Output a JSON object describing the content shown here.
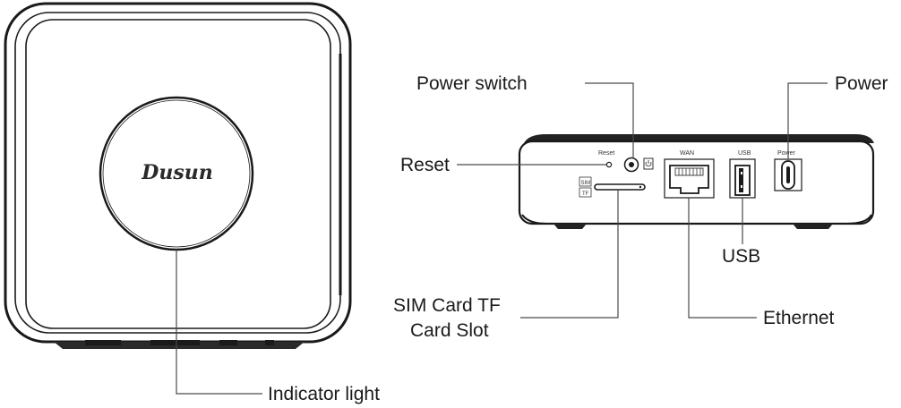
{
  "front_view": {
    "logo": "Dusun"
  },
  "back_view": {
    "port_labels": {
      "reset": "Reset",
      "wan": "WAN",
      "usb": "USB",
      "power": "Power",
      "sim": "SIM",
      "tf": "TF"
    }
  },
  "callouts": {
    "power_switch": "Power switch",
    "power": "Power",
    "reset": "Reset",
    "usb": "USB",
    "sim_tf_line1": "SIM Card TF",
    "sim_tf_line2": "Card Slot",
    "ethernet": "Ethernet",
    "indicator_light": "Indicator light"
  },
  "colors": {
    "outline": "#1a1a1a",
    "leader": "#4a4a4a",
    "device_body": "#ffffff"
  }
}
